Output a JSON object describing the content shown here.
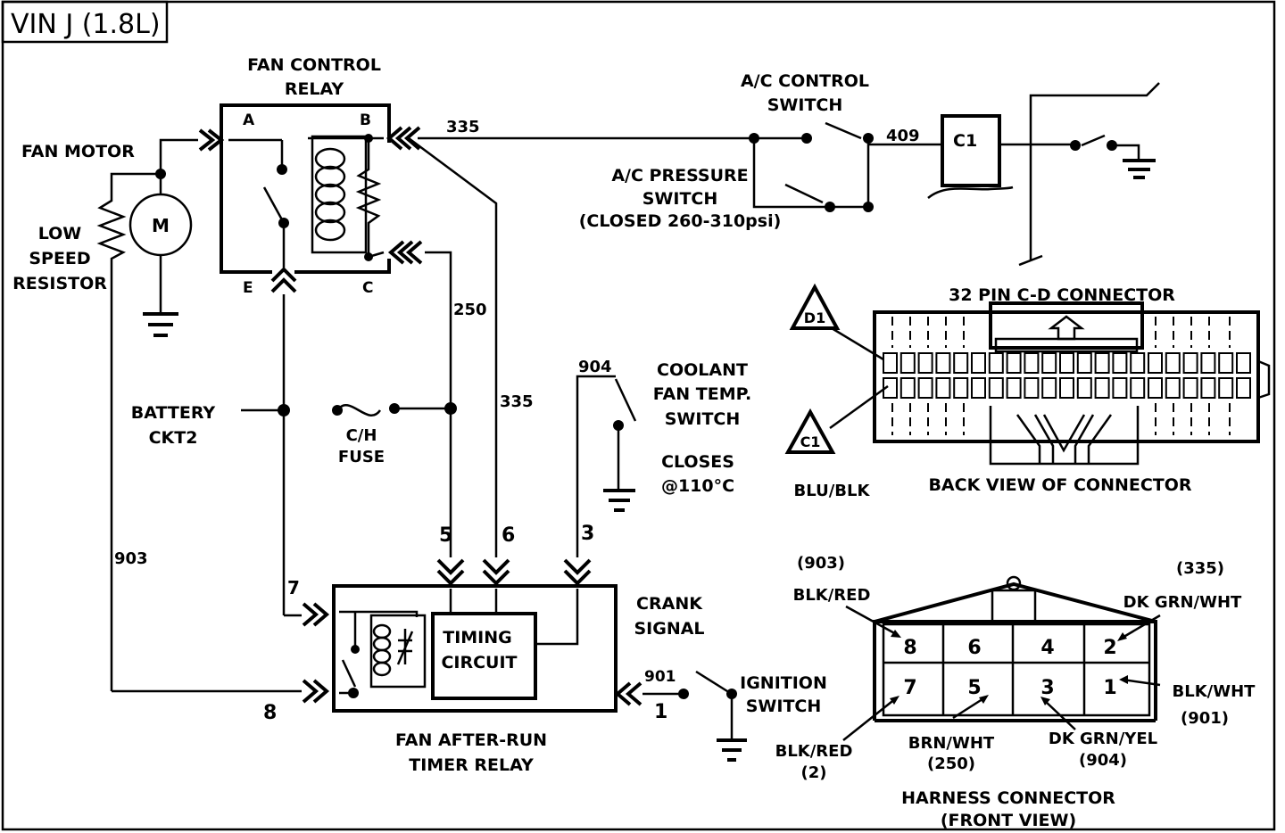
{
  "title": "VIN J (1.8L)",
  "components": {
    "fan_control_relay": {
      "line1": "FAN CONTROL",
      "line2": "RELAY",
      "pin_a": "A",
      "pin_b": "B",
      "pin_c": "C",
      "pin_e": "E"
    },
    "fan_motor": {
      "label": "FAN MOTOR",
      "symbol": "M"
    },
    "low_speed_resistor": {
      "line1": "LOW",
      "line2": "SPEED",
      "line3": "RESISTOR"
    },
    "ac_control_switch": {
      "line1": "A/C CONTROL",
      "line2": "SWITCH"
    },
    "ac_pressure_switch": {
      "line1": "A/C PRESSURE",
      "line2": "SWITCH",
      "line3": "(CLOSED 260-310psi)"
    },
    "c1_box": {
      "label": "C1"
    },
    "battery": {
      "line1": "BATTERY",
      "line2": "CKT2"
    },
    "ch_fuse": {
      "line1": "C/H",
      "line2": "FUSE"
    },
    "coolant_switch": {
      "line1": "COOLANT",
      "line2": "FAN TEMP.",
      "line3": "SWITCH",
      "line4": "CLOSES",
      "line5": "@110°C"
    },
    "timer_relay": {
      "line1": "FAN AFTER-RUN",
      "line2": "TIMER RELAY",
      "timing_line1": "TIMING",
      "timing_line2": "CIRCUIT"
    },
    "crank_signal": {
      "line1": "CRANK",
      "line2": "SIGNAL"
    },
    "ignition_switch": {
      "line1": "IGNITION",
      "line2": "SWITCH"
    }
  },
  "wires": {
    "w335_top": "335",
    "w409": "409",
    "w250": "250",
    "w335_vert": "335",
    "w904": "904",
    "w903": "903",
    "w901": "901"
  },
  "timer_pins": {
    "p5": "5",
    "p6": "6",
    "p3": "3",
    "p7": "7",
    "p8": "8",
    "p1": "1"
  },
  "cd_connector": {
    "title": "32 PIN C-D  CONNECTOR",
    "caption": "BACK VIEW OF CONNECTOR",
    "tag_d1": "D1",
    "tag_c1": "C1",
    "wire_color": "BLU/BLK"
  },
  "harness_connector": {
    "caption_line1": "HARNESS CONNECTOR",
    "caption_line2": "(FRONT VIEW)",
    "top_row": [
      "8",
      "6",
      "4",
      "2"
    ],
    "bottom_row": [
      "7",
      "5",
      "3",
      "1"
    ],
    "labels": {
      "c903": "(903)",
      "blk_red_top": "BLK/RED",
      "c335": "(335)",
      "dk_grn_wht": "DK GRN/WHT",
      "blk_wht": "BLK/WHT",
      "c901": "(901)",
      "blk_red_bottom": "BLK/RED",
      "c2": "(2)",
      "brn_wht": "BRN/WHT",
      "c250": "(250)",
      "dk_grn_yel": "DK GRN/YEL",
      "c904": "(904)"
    }
  }
}
